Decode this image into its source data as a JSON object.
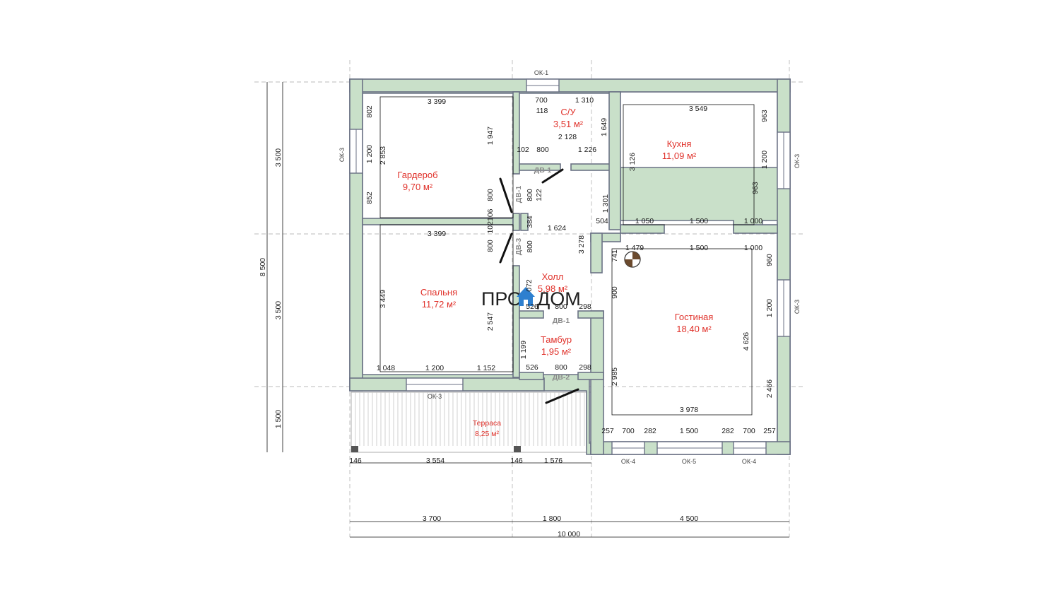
{
  "rooms": {
    "garderob": {
      "name": "Гардероб",
      "area": "9,70 м²"
    },
    "su": {
      "name": "С/У",
      "area": "3,51 м²"
    },
    "kitchen": {
      "name": "Кухня",
      "area": "11,09 м²"
    },
    "bedroom": {
      "name": "Спальня",
      "area": "11,72 м²"
    },
    "hall": {
      "name": "Холл",
      "area": "5,98 м²"
    },
    "tambour": {
      "name": "Тамбур",
      "area": "1,95 м²"
    },
    "living": {
      "name": "Гостиная",
      "area": "18,40 м²"
    },
    "terrace": {
      "name": "Терраса",
      "area": "8,25 м²"
    }
  },
  "openings": {
    "ok1": "ОК-1",
    "ok3": "ОК-3",
    "ok4": "ОК-4",
    "ok5": "ОК-5",
    "dv1": "ДВ-1",
    "dv2": "ДВ-2",
    "dv3": "ДВ-3"
  },
  "logo": {
    "left": "ПРО",
    "right": "ДОМ"
  },
  "dims": {
    "d3399": "3 399",
    "d700": "700",
    "d1310": "1 310",
    "d118": "118",
    "d2128": "2 128",
    "d102": "102",
    "d800": "800",
    "d1226": "1 226",
    "d3549": "3 549",
    "d963": "963",
    "d1200": "1 200",
    "d3126": "3 126",
    "d1649": "1 649",
    "d802": "802",
    "d2853": "2 853",
    "d852": "852",
    "d1947": "1 947",
    "d122": "122",
    "d1301": "1 301",
    "d504": "504",
    "d1050": "1 050",
    "d1500": "1 500",
    "d1000": "1 000",
    "d1624": "1 624",
    "d384": "384",
    "d102106": "102106",
    "d3278": "3 278",
    "d741": "741",
    "d1479": "1 479",
    "d960": "960",
    "d3449": "3 449",
    "d2547": "2 547",
    "d900": "900",
    "d1072": "072",
    "d526": "526",
    "d298": "298",
    "d1199": "1 199",
    "d4626": "4 626",
    "d1048": "1 048",
    "d1152": "1 152",
    "d2985": "2 985",
    "d3978": "3 978",
    "d2466": "2 466",
    "d257": "257",
    "d282": "282",
    "d3500": "3 500",
    "d8500": "8 500",
    "d146": "146",
    "d3554": "3 554",
    "d1576": "1 576",
    "d3700": "3 700",
    "d1800": "1 800",
    "d4500": "4 500",
    "d10000": "10 000"
  },
  "colors": {
    "wall_fill": "#c9e0c9",
    "wall_outline": "#6b7285",
    "labels": "#e0322b",
    "logo_accent": "#2e7fcf"
  }
}
